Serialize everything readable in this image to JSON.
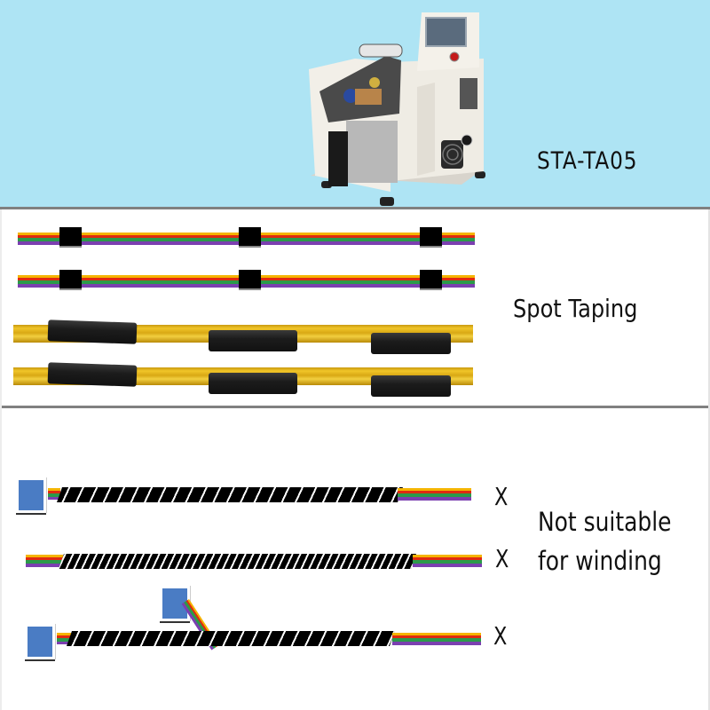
{
  "machine_panel": {
    "model_name": "STA-TA05",
    "background_color": "#aee4f4",
    "image": "tape-winding-machine-photo"
  },
  "spot_taping_panel": {
    "label": "Spot Taping",
    "examples": [
      {
        "type": "flat-rainbow-cable",
        "tape_spots": 3
      },
      {
        "type": "flat-rainbow-cable",
        "tape_spots": 3
      },
      {
        "type": "yellow-wire-bundle",
        "tape_sleeves": 3
      },
      {
        "type": "yellow-wire-bundle",
        "tape_sleeves": 3
      }
    ]
  },
  "winding_panel": {
    "label_line1": "Not suitable",
    "label_line2": "for winding",
    "examples": [
      {
        "type": "connector-with-spiral-wrap",
        "mark": "X"
      },
      {
        "type": "dense-spiral-wrap",
        "mark": "X"
      },
      {
        "type": "branched-connector-spiral-wrap",
        "mark": "X"
      }
    ]
  },
  "colors": {
    "cable_yellow": "#f5b400",
    "cable_red": "#e02a10",
    "cable_green": "#2b9a4a",
    "cable_purple": "#7b3fb0",
    "connector_blue": "#4a7cc4",
    "divider_gray": "#808080"
  }
}
